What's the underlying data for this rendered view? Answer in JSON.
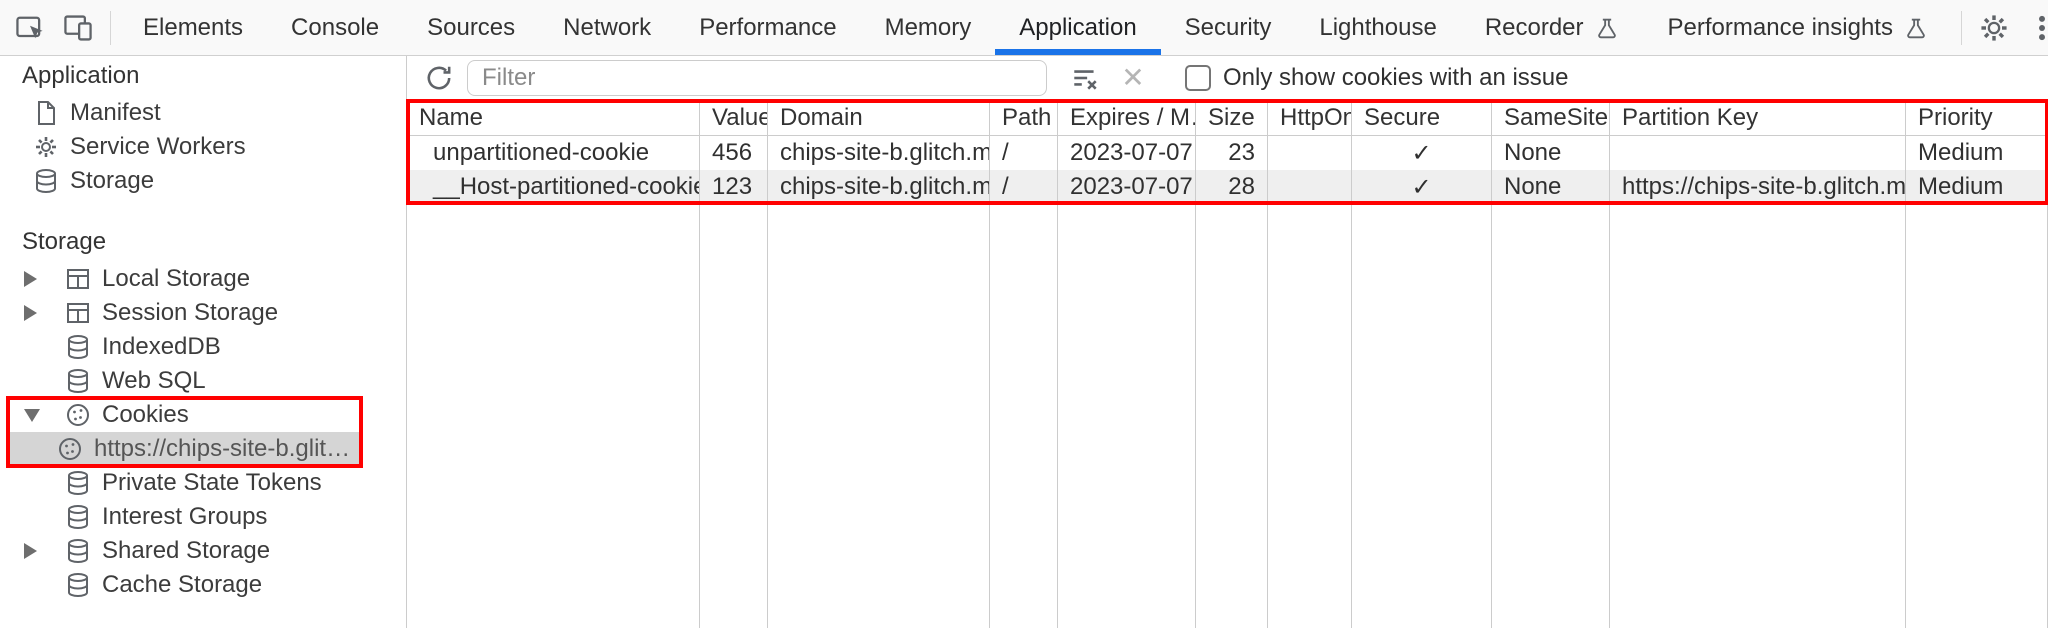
{
  "devtools": {
    "tabs": [
      {
        "label": "Elements"
      },
      {
        "label": "Console"
      },
      {
        "label": "Sources"
      },
      {
        "label": "Network"
      },
      {
        "label": "Performance"
      },
      {
        "label": "Memory"
      },
      {
        "label": "Application",
        "selected": true
      },
      {
        "label": "Security"
      },
      {
        "label": "Lighthouse"
      },
      {
        "label": "Recorder",
        "experiment": true
      },
      {
        "label": "Performance insights",
        "experiment": true
      }
    ]
  },
  "sidebar": {
    "app_section": {
      "title": "Application",
      "items": [
        {
          "label": "Manifest",
          "icon": "document-icon"
        },
        {
          "label": "Service Workers",
          "icon": "service-worker-icon"
        },
        {
          "label": "Storage",
          "icon": "database-icon"
        }
      ]
    },
    "storage_section": {
      "title": "Storage",
      "items": [
        {
          "label": "Local Storage",
          "icon": "table-icon",
          "expander": "collapsed"
        },
        {
          "label": "Session Storage",
          "icon": "table-icon",
          "expander": "collapsed"
        },
        {
          "label": "IndexedDB",
          "icon": "database-icon"
        },
        {
          "label": "Web SQL",
          "icon": "database-icon"
        },
        {
          "label": "Cookies",
          "icon": "cookie-icon",
          "expander": "expanded",
          "highlighted": true
        },
        {
          "label": "https://chips-site-b.glitch.me",
          "icon": "cookie-icon",
          "child": true,
          "selected": true,
          "highlighted": true
        },
        {
          "label": "Private State Tokens",
          "icon": "database-icon"
        },
        {
          "label": "Interest Groups",
          "icon": "database-icon"
        },
        {
          "label": "Shared Storage",
          "icon": "database-icon",
          "expander": "collapsed"
        },
        {
          "label": "Cache Storage",
          "icon": "database-icon"
        }
      ]
    }
  },
  "cookie_toolbar": {
    "filter_placeholder": "Filter",
    "checkbox_checked": false,
    "checkbox_label": "Only show cookies with an issue"
  },
  "cookie_table": {
    "columns": [
      "Name",
      "Value",
      "Domain",
      "Path",
      "Expires / M…",
      "Size",
      "HttpOnly",
      "Secure",
      "SameSite",
      "Partition Key",
      "Priority"
    ],
    "rows": [
      {
        "name": "unpartitioned-cookie",
        "value": "456",
        "domain": "chips-site-b.glitch.me",
        "path": "/",
        "expires": "2023-07-07…",
        "size": "23",
        "httponly": "",
        "secure": "✓",
        "samesite": "None",
        "partition_key": "",
        "priority": "Medium"
      },
      {
        "name": "__Host-partitioned-cookie",
        "value": "123",
        "domain": "chips-site-b.glitch.me",
        "path": "/",
        "expires": "2023-07-07…",
        "size": "28",
        "httponly": "",
        "secure": "✓",
        "samesite": "None",
        "partition_key": "https://chips-site-b.glitch.me",
        "priority": "Medium"
      }
    ]
  },
  "colors": {
    "highlight_red": "#ff0000",
    "tab_underline_blue": "#1a73e8",
    "selected_item_bg": "#d5d5d5",
    "striped_row_bg": "#efefef",
    "icon_gray": "#5f6368"
  }
}
